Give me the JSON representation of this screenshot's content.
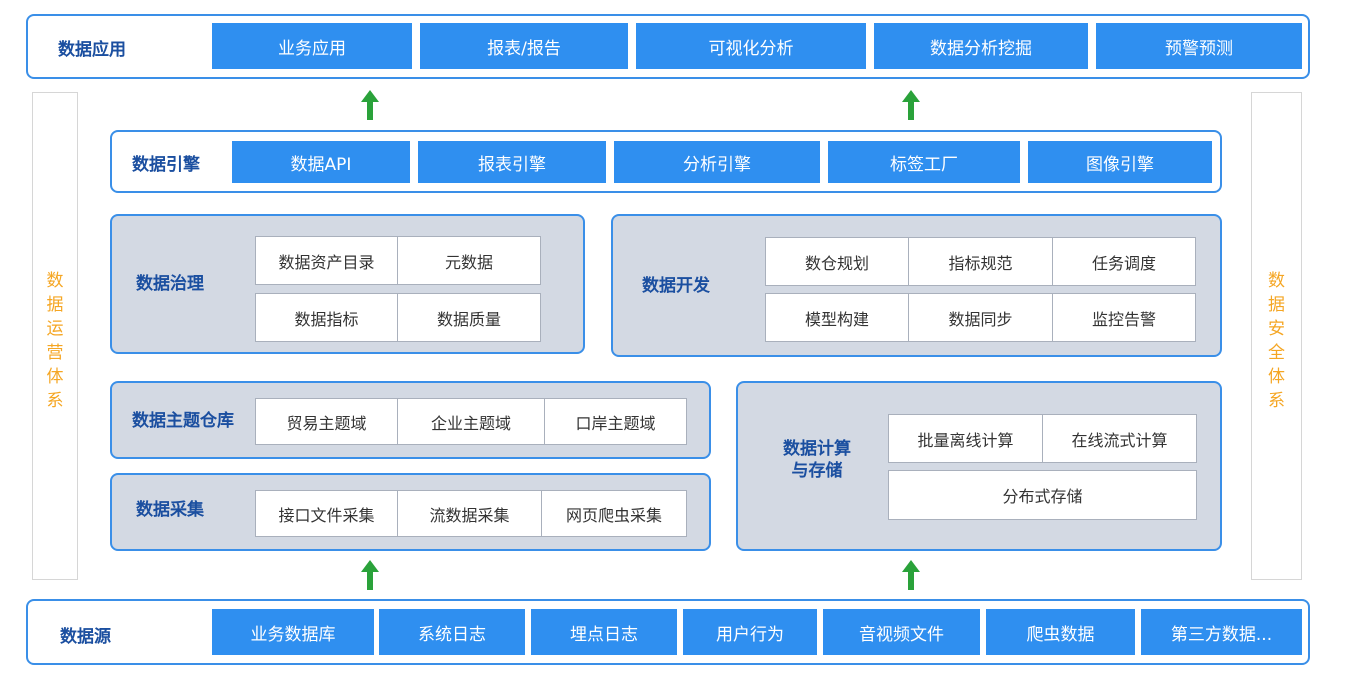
{
  "data_application": {
    "label": "数据应用",
    "items": [
      "业务应用",
      "报表/报告",
      "可视化分析",
      "数据分析挖掘",
      "预警预测"
    ]
  },
  "data_engine": {
    "label": "数据引擎",
    "items": [
      "数据API",
      "报表引擎",
      "分析引擎",
      "标签工厂",
      "图像引擎"
    ]
  },
  "governance": {
    "label": "数据治理",
    "cells": [
      "数据资产目录",
      "元数据",
      "数据指标",
      "数据质量"
    ]
  },
  "development": {
    "label": "数据开发",
    "cells": [
      "数仓规划",
      "指标规范",
      "任务调度",
      "模型构建",
      "数据同步",
      "监控告警"
    ]
  },
  "warehouse": {
    "label": "数据主题仓库",
    "cells": [
      "贸易主题域",
      "企业主题域",
      "口岸主题域"
    ]
  },
  "collection": {
    "label": "数据采集",
    "cells": [
      "接口文件采集",
      "流数据采集",
      "网页爬虫采集"
    ]
  },
  "compute": {
    "label_line1": "数据计算",
    "label_line2": "与存储",
    "cells": [
      "批量离线计算",
      "在线流式计算",
      "分布式存储"
    ]
  },
  "data_source": {
    "label": "数据源",
    "items": [
      "业务数据库",
      "系统日志",
      "埋点日志",
      "用户行为",
      "音视频文件",
      "爬虫数据",
      "第三方数据..."
    ]
  },
  "side_left": {
    "chars": [
      "数",
      "据",
      "运",
      "营",
      "体",
      "系"
    ]
  },
  "side_right": {
    "chars": [
      "数",
      "据",
      "安",
      "全",
      "体",
      "系"
    ]
  },
  "colors": {
    "accent": "#2f8ff0",
    "label": "#1b4fa0",
    "side_text": "#f5a623",
    "arrow": "#2aa23a",
    "panel": "#d3d9e3"
  }
}
